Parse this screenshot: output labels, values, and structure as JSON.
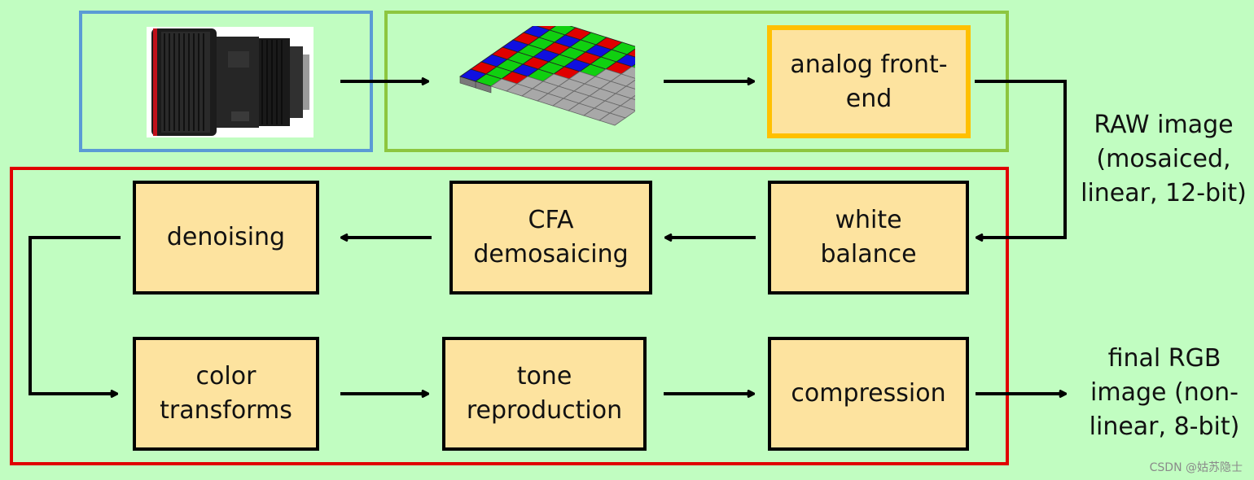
{
  "colors": {
    "background": "#c1fdc1",
    "lens_frame": "#5b9bd5",
    "sensor_frame": "#8dc63f",
    "afe_frame": "#ffc000",
    "isp_frame": "#e00000",
    "box_fill": "#fde39f"
  },
  "pipeline": {
    "analog_front_end": "analog front-\nend",
    "white_balance": "white\nbalance",
    "cfa_demosaicing": "CFA\ndemosaicing",
    "denoising": "denoising",
    "color_transforms": "color\ntransforms",
    "tone_reproduction": "tone\nreproduction",
    "compression": "compression"
  },
  "labels": {
    "raw_image": "RAW image\n(mosaiced,\nlinear, 12-bit)",
    "final_image": "final RGB\nimage (non-\nlinear, 8-bit)"
  },
  "watermark": "CSDN @姑苏隐士"
}
